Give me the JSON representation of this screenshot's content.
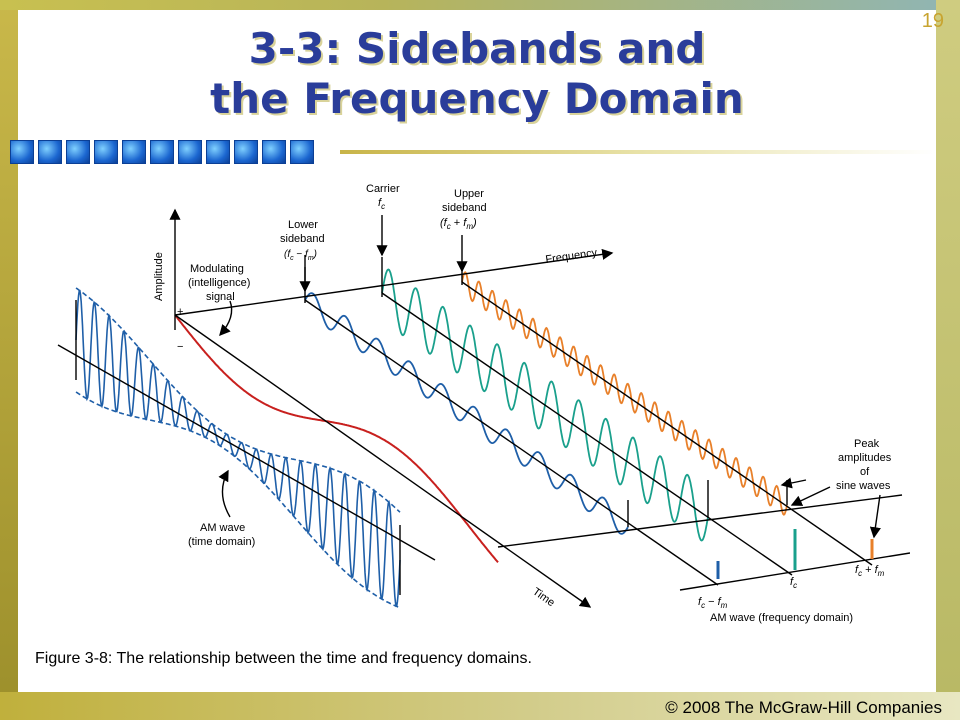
{
  "slide": {
    "number": "19",
    "title_line1": "3-3: Sidebands and",
    "title_line2": "the Frequency Domain",
    "caption": "Figure 3-8: The relationship between the time and frequency domains.",
    "footer": "© 2008 The McGraw-Hill Companies"
  },
  "figure": {
    "axis_labels": {
      "amplitude": "Amplitude",
      "frequency": "Frequency",
      "time": "Time",
      "plus": "+",
      "minus": "−"
    },
    "carrier": {
      "line1": "Carrier",
      "sym": "f",
      "sub": "c"
    },
    "upper": {
      "line1": "Upper",
      "line2": "sideband",
      "paren": "(",
      "sym1": "f",
      "sub1": "c",
      "op": " + ",
      "sym2": "f",
      "sub2": "m",
      "close": ")"
    },
    "lower": {
      "line1": "Lower",
      "line2": "sideband",
      "paren": "(",
      "sym1": "f",
      "sub1": "c",
      "op": " − ",
      "sym2": "f",
      "sub2": "m",
      "close": ")"
    },
    "modulating": [
      "Modulating",
      "(intelligence)",
      "signal"
    ],
    "am_time": [
      "AM wave",
      "(time domain)"
    ],
    "peak": [
      "Peak",
      "amplitudes",
      "of",
      "sine waves"
    ],
    "freq_ticks": {
      "lower": {
        "sym1": "f",
        "sub1": "c",
        "op": " − ",
        "sym2": "f",
        "sub2": "m"
      },
      "carrier": {
        "sym": "f",
        "sub": "c"
      },
      "upper": {
        "sym1": "f",
        "sub1": "c",
        "op": " + ",
        "sym2": "f",
        "sub2": "m"
      }
    },
    "am_freq": "AM wave (frequency domain)",
    "colors": {
      "blue": "#1f5fa8",
      "teal": "#1aa08c",
      "orange": "#e8802a",
      "red": "#c8201e"
    }
  }
}
